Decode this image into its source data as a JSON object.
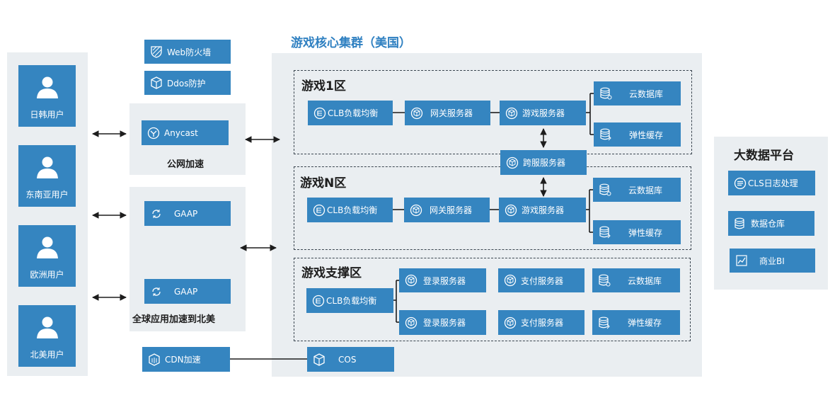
{
  "cluster_title": "游戏核心集群（美国）",
  "users": [
    "日韩用户",
    "东南亚用户",
    "欧洲用户",
    "北美用户"
  ],
  "security": {
    "waf": "Web防火墙",
    "ddos": "Ddos防护"
  },
  "public_accel": {
    "node": "Anycast",
    "caption": "公网加速"
  },
  "global_accel": {
    "node1": "GAAP",
    "node2": "GAAP",
    "caption": "全球应用加速到北美"
  },
  "cdn": "CDN加速",
  "cos": "COS",
  "zone1": {
    "title": "游戏1区",
    "clb": "CLB负载均衡",
    "gateway": "网关服务器",
    "game": "游戏服务器",
    "db": "云数据库",
    "cache": "弹性缓存"
  },
  "cross_server": "跨服服务器",
  "zoneN": {
    "title": "游戏N区",
    "clb": "CLB负载均衡",
    "gateway": "网关服务器",
    "game": "游戏服务器",
    "db": "云数据库",
    "cache": "弹性缓存"
  },
  "support": {
    "title": "游戏支撑区",
    "clb": "CLB负载均衡",
    "login1": "登录服务器",
    "pay1": "支付服务器",
    "db": "云数据库",
    "login2": "登录服务器",
    "pay2": "支付服务器",
    "cache": "弹性缓存"
  },
  "bigdata": {
    "title": "大数据平台",
    "cls": "CLS日志处理",
    "warehouse": "数据仓库",
    "bi": "商业BI"
  },
  "colors": {
    "box": "#3585c0",
    "panel": "#eaeef1",
    "title": "#2f80c1",
    "line": "#1d1d1d"
  }
}
